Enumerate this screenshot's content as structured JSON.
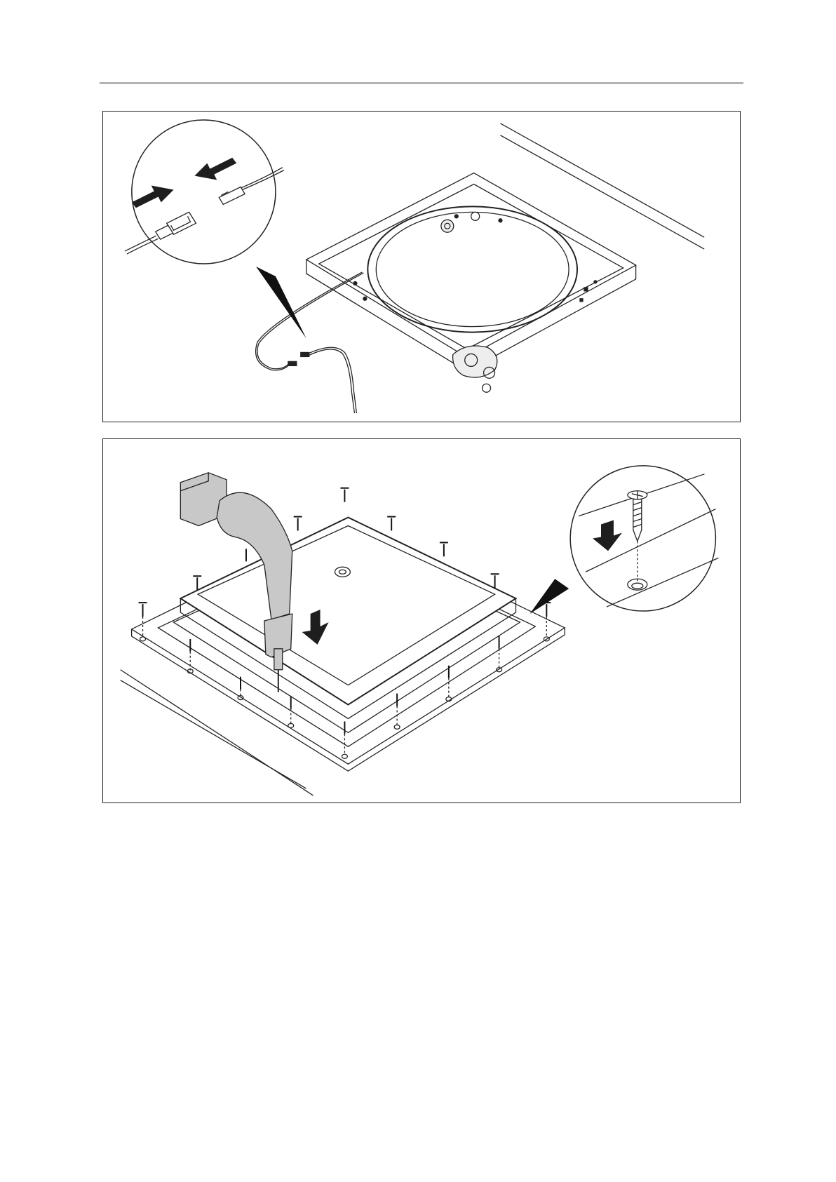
{
  "document": {
    "figures": [
      {
        "id": "fig-connect-cable",
        "icons": [
          "connector-detail",
          "push-arrows",
          "vent-unit",
          "cable"
        ]
      },
      {
        "id": "fig-screw-frame",
        "icons": [
          "screwdriver",
          "screws",
          "frame",
          "screw-detail",
          "down-arrow"
        ]
      }
    ]
  },
  "colors": {
    "rule": "#b3b3b3",
    "line": "#222222",
    "tool": "#c8c8c8",
    "arrow": "#1e1e1e"
  }
}
